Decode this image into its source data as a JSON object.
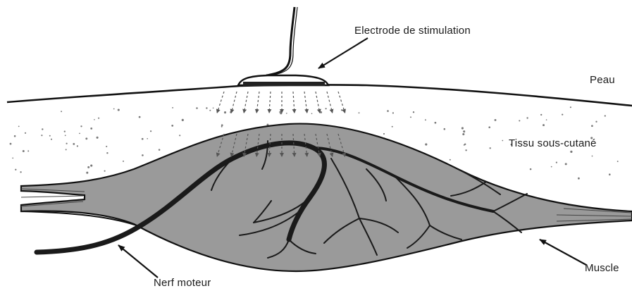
{
  "labels": {
    "electrode": "Electrode de stimulation",
    "skin": "Peau",
    "subcutaneous": "Tissu sous-cutané",
    "muscle": "Muscle",
    "motor_nerve": "Nerf moteur"
  },
  "colors": {
    "background": "#ffffff",
    "line": "#111111",
    "muscle_fill": "#9a9a9a",
    "nerve": "#1a1a1a",
    "dots": "#7a7a7a"
  }
}
